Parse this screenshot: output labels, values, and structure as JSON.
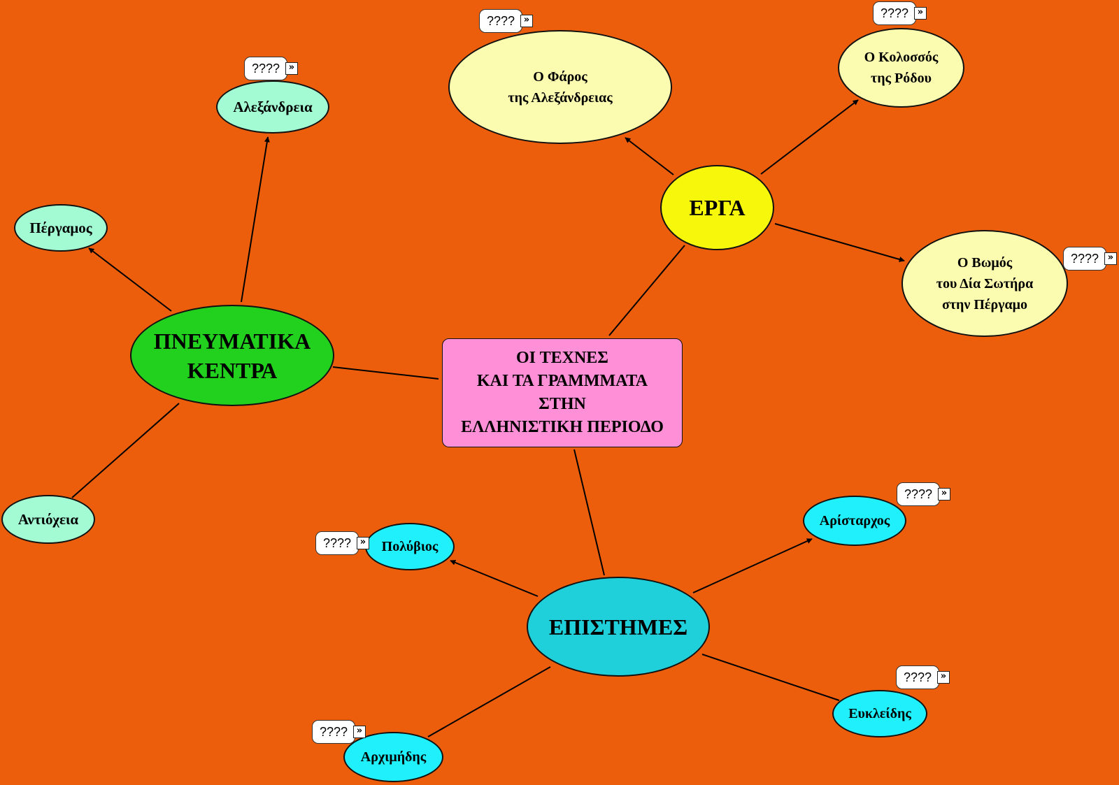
{
  "colors": {
    "background": "#ec5e0c",
    "center": "#ff8fd6",
    "centers_group": "#22d11e",
    "works_group": "#f7f70c",
    "sciences_group": "#1fcfd9",
    "centers_items": "#a3fbd4",
    "works_items": "#fcfcb0",
    "sciences_items": "#1ff0fb",
    "connector": "#000000"
  },
  "callout_text": "????",
  "callout_icon": "expand-arrows-icon",
  "nodes": {
    "center": {
      "label": "ΟΙ ΤΕΧΝΕΣ\nΚΑΙ ΤΑ ΓΡΑΜΜΜΑΤΑ\nΣΤΗΝ\nΕΛΛΗΝΙΣΤΙΚΗ ΠΕΡΙΟΔΟ"
    },
    "centers": {
      "label": "ΠΝΕΥΜΑΤΙΚΑ\nΚΕΝΤΡΑ"
    },
    "works": {
      "label": "ΕΡΓΑ"
    },
    "sciences": {
      "label": "ΕΠΙΣΤΗΜΕΣ"
    },
    "alexandria": {
      "label": "Αλεξάνδρεια"
    },
    "pergamos": {
      "label": "Πέργαμος"
    },
    "antiocheia": {
      "label": "Αντιόχεια"
    },
    "faros": {
      "label": "Ο Φάρος\nτης Αλεξάνδρειας"
    },
    "kolossos": {
      "label": "Ο Κολοσσός\nτης Ρόδου"
    },
    "vomos": {
      "label": "Ο Βωμός\nτου Δία Σωτήρα\nστην Πέργαμο"
    },
    "polyvios": {
      "label": "Πολύβιος"
    },
    "aristarchos": {
      "label": "Αρίσταρχος"
    },
    "eukleidis": {
      "label": "Ευκλείδης"
    },
    "archimidis": {
      "label": "Αρχιμήδης"
    }
  }
}
